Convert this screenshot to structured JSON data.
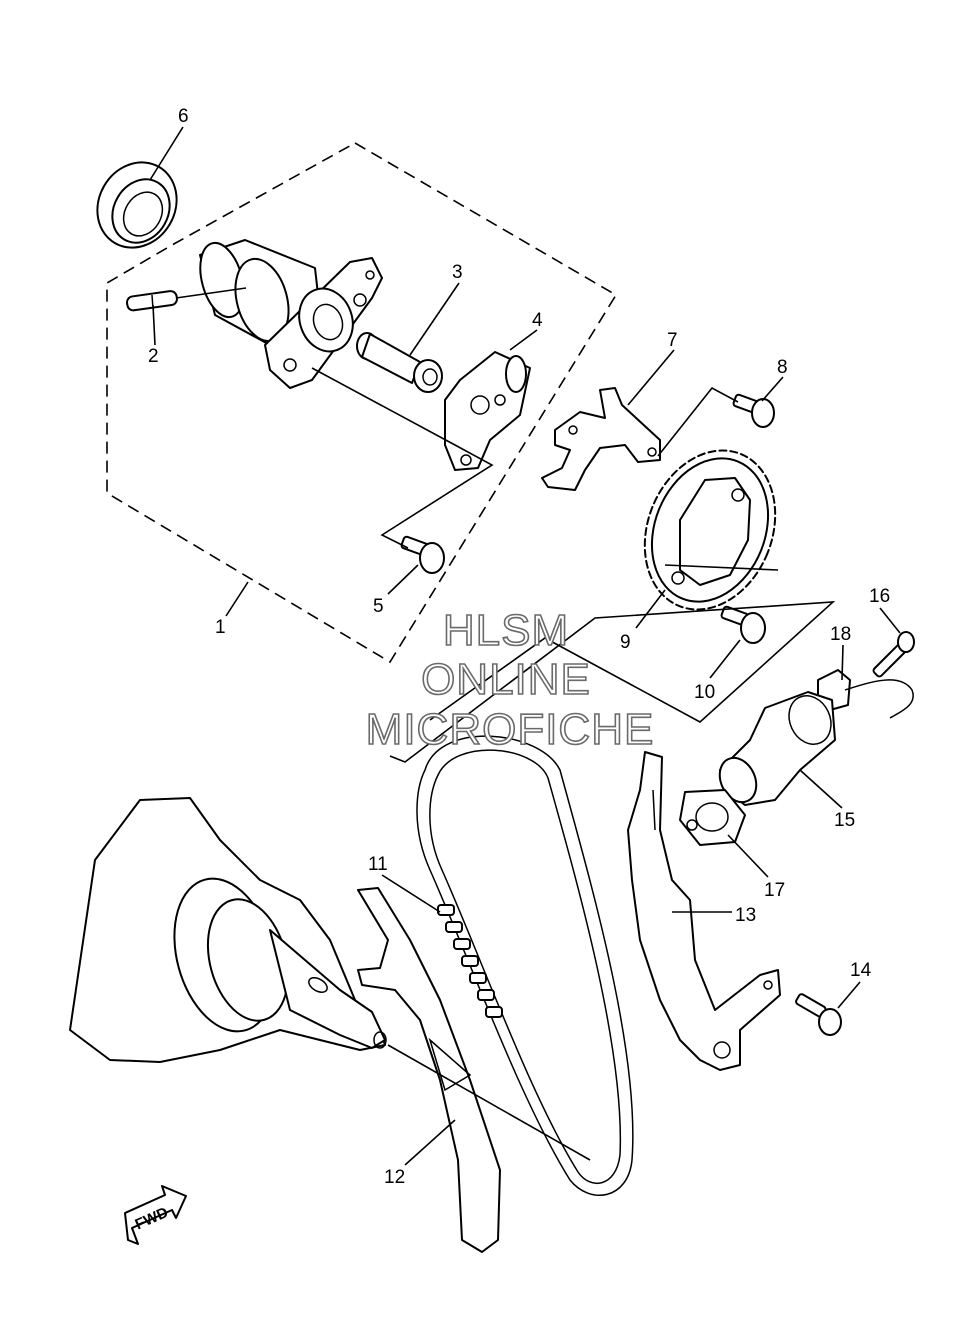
{
  "callouts": [
    {
      "id": "1",
      "label": "1"
    },
    {
      "id": "2",
      "label": "2"
    },
    {
      "id": "3",
      "label": "3"
    },
    {
      "id": "4",
      "label": "4"
    },
    {
      "id": "5",
      "label": "5"
    },
    {
      "id": "6",
      "label": "6"
    },
    {
      "id": "7",
      "label": "7"
    },
    {
      "id": "8",
      "label": "8"
    },
    {
      "id": "9",
      "label": "9"
    },
    {
      "id": "10",
      "label": "10"
    },
    {
      "id": "11",
      "label": "11"
    },
    {
      "id": "12",
      "label": "12"
    },
    {
      "id": "13",
      "label": "13"
    },
    {
      "id": "14",
      "label": "14"
    },
    {
      "id": "15",
      "label": "15"
    },
    {
      "id": "16",
      "label": "16"
    },
    {
      "id": "17",
      "label": "17"
    },
    {
      "id": "18",
      "label": "18"
    }
  ],
  "watermark": {
    "line1": "HLSM",
    "line2": "ONLINE",
    "line3": "MICROFICHE"
  },
  "fwd_badge": {
    "label": "FWD",
    "icon": "forward-arrow-icon"
  }
}
